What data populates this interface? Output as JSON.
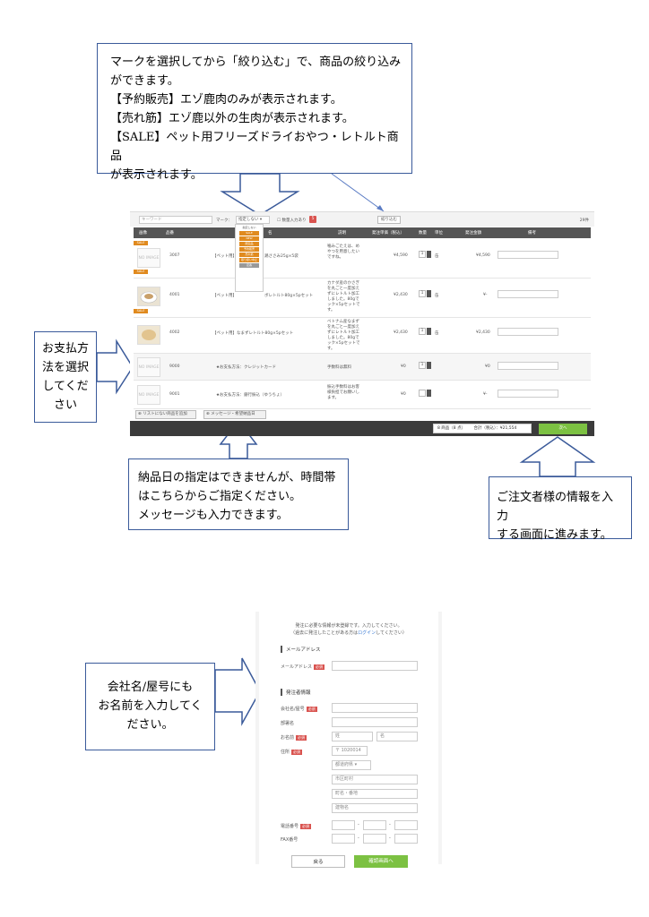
{
  "top_callout": {
    "lines": [
      "マークを選択してから「絞り込む」で、商品の絞り込み",
      "ができます。",
      "【予約販売】エゾ鹿肉のみが表示されます。",
      "【売れ筋】エゾ鹿以外の生肉が表示されます。",
      "【SALE】ペット用フリーズドライおやつ・レトルト商品",
      "が表示されます。"
    ]
  },
  "left_callout": {
    "lines": [
      "お支払方",
      "法を選択",
      "してくだ",
      "さい"
    ]
  },
  "bottom_callout": {
    "lines": [
      "納品日の指定はできませんが、時間帯",
      "はこちらからご指定ください。",
      "メッセージも入力できます。"
    ]
  },
  "right_callout": {
    "lines": [
      "ご注文者様の情報を入力",
      "する画面に進みます。"
    ]
  },
  "form_callout": {
    "lines": [
      "会社名/屋号にも",
      "お名前を入力してく",
      "ださい。"
    ]
  },
  "shot1": {
    "keyword_placeholder": "キーワード",
    "mark_label": "マーク：",
    "mark_select": "指定しない ▾",
    "qty_check": "☐ 数量入力あり",
    "qty_badge": "5",
    "filter_btn": "絞り込む",
    "count": "29件",
    "headers": [
      "画像",
      "品番",
      "名",
      "説明",
      "発注単価（税込）",
      "数量",
      "単位",
      "発注金額",
      "備考"
    ],
    "dropdown": [
      "指定しない",
      "SALE",
      "NEW",
      "限定品",
      "予約販売",
      "売れ筋",
      "取り扱い中止",
      "定番"
    ],
    "rows": [
      {
        "badge": "SALE",
        "img": "NO IMAGE",
        "code": "3007",
        "name": "【ペット用】",
        "name2": "鶏ささみ25g×5袋",
        "desc": "噛みごたえは、め\nやつを用意したい\nですね。",
        "price": "¥4,590",
        "qty": "1",
        "unit": "缶",
        "amount": "¥4,590"
      },
      {
        "badge": "SALE",
        "img": "",
        "code": "4001",
        "name": "【ペット用】",
        "name2": "ボレトルト80g×5pセット",
        "desc": "カナダ産のかさぎ\nを丸ごと一度加え\nずにレトルト加工\nしました。80gで\nック×5pセットで\nす。",
        "price": "¥2,430",
        "qty": "1",
        "unit": "缶",
        "amount": "¥-"
      },
      {
        "badge": "SALE",
        "img": "",
        "code": "4002",
        "name": "【ペット用】なまずレトルト80g×5pセット",
        "name2": "",
        "desc": "ベトナム産なまず\nを丸ごと一度加え\nずにレトルト加工\nしました。80gで\nック×5pセットで\nす。",
        "price": "¥2,430",
        "qty": "1",
        "unit": "缶",
        "amount": "¥2,430"
      },
      {
        "badge": "",
        "img": "NO IMAGE",
        "code": "9000",
        "name": "★お支払方法：クレジットカード",
        "name2": "",
        "desc": "手数料は無料",
        "price": "¥0",
        "qty": "1",
        "unit": "",
        "amount": "¥0"
      },
      {
        "badge": "",
        "img": "NO IMAGE",
        "code": "9001",
        "name": "★お支払方法：銀行振込（ゆうちょ）",
        "name2": "",
        "desc": "振込手数料はお客\n様負担でお願いし\nます。",
        "price": "¥0",
        "qty": "",
        "unit": "",
        "amount": "¥-"
      }
    ],
    "tab_add": "リストにない商品を追加",
    "tab_msg": "メッセージ・希望納品日",
    "summary_items": "8 商品（8 点）",
    "summary_total": "合計（税込）：¥21,554",
    "next_btn": "次へ"
  },
  "shot2": {
    "notice1": "発注に必要な情報が未登録です。入力してください。",
    "notice2a": "（過去に発注したことがある方は",
    "notice2link": "ログイン",
    "notice2b": "してください）",
    "sec_mail": "メールアドレス",
    "mail_label": "メールアドレス",
    "required": "必須",
    "sec_orderer": "発注者情報",
    "company_label": "会社名/屋号",
    "dept_label": "部署名",
    "name_label": "お名前",
    "last_ph": "姓",
    "first_ph": "名",
    "addr_label": "住所",
    "zip": "〒 1020014",
    "pref": "都道府県",
    "pref_arrow": "▾",
    "city_ph": "市区町村",
    "street_ph": "町名・番地",
    "bldg_ph": "建物名",
    "tel_label": "電話番号",
    "fax_label": "FAX番号",
    "dash": "-",
    "back_btn": "戻る",
    "confirm_btn": "確認画面へ"
  }
}
